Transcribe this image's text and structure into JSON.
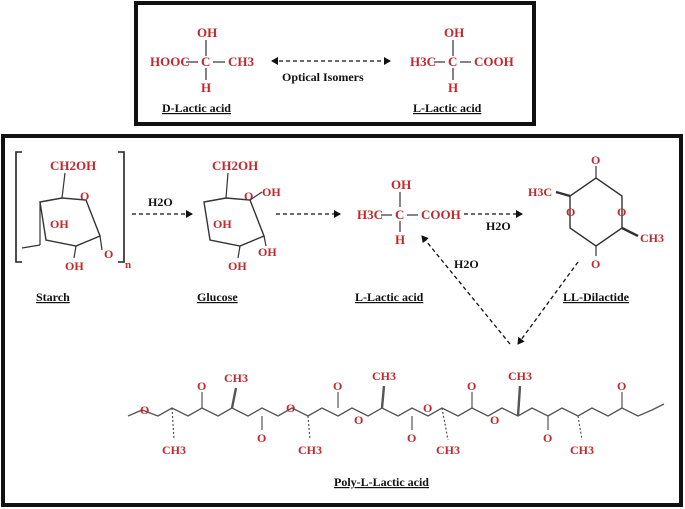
{
  "colors": {
    "atom_red": "#c0282d",
    "ink": "#111111",
    "bond_gray": "#333333"
  },
  "top_panel": {
    "d_lactic": {
      "oh": "OH",
      "left": "HOOC",
      "right": "CH3",
      "h": "H",
      "label": "D-Lactic acid"
    },
    "l_lactic": {
      "oh": "OH",
      "left": "H3C",
      "right": "COOH",
      "h": "H",
      "label": "L-Lactic acid"
    },
    "arrow_label": "Optical Isomers"
  },
  "bottom_panel": {
    "starch": {
      "ch2oh": "CH2OH",
      "ring_o": "O",
      "oh1": "OH",
      "oh2": "OH",
      "o_link": "O",
      "n": "n",
      "label": "Starch"
    },
    "h2o_1": "H2O",
    "glucose": {
      "ch2oh": "CH2OH",
      "ring_o": "O",
      "oh1": "OH",
      "oh2": "OH",
      "oh3": "OH",
      "oh4": "OH",
      "label": "Glucose"
    },
    "l_lactic": {
      "oh": "OH",
      "left": "H3C",
      "right": "COOH",
      "h": "H",
      "label": "L-Lactic acid"
    },
    "h2o_2": "H2O",
    "dilactide": {
      "o_top": "O",
      "o_left": "O",
      "o_right": "O",
      "o_bottom": "O",
      "ch3_left": "H3C",
      "ch3_right": "CH3",
      "label": "LL-Dilactide"
    },
    "h2o_3": "H2O",
    "pla": {
      "o_atoms": [
        "O",
        "O",
        "O",
        "O",
        "O",
        "O",
        "O",
        "O",
        "O",
        "O",
        "O",
        "O"
      ],
      "ch3_up": [
        "CH3",
        "CH3",
        "CH3"
      ],
      "ch3_down": [
        "CH3",
        "CH3",
        "CH3",
        "CH3"
      ],
      "label": "Poly-L-Lactic acid"
    }
  }
}
